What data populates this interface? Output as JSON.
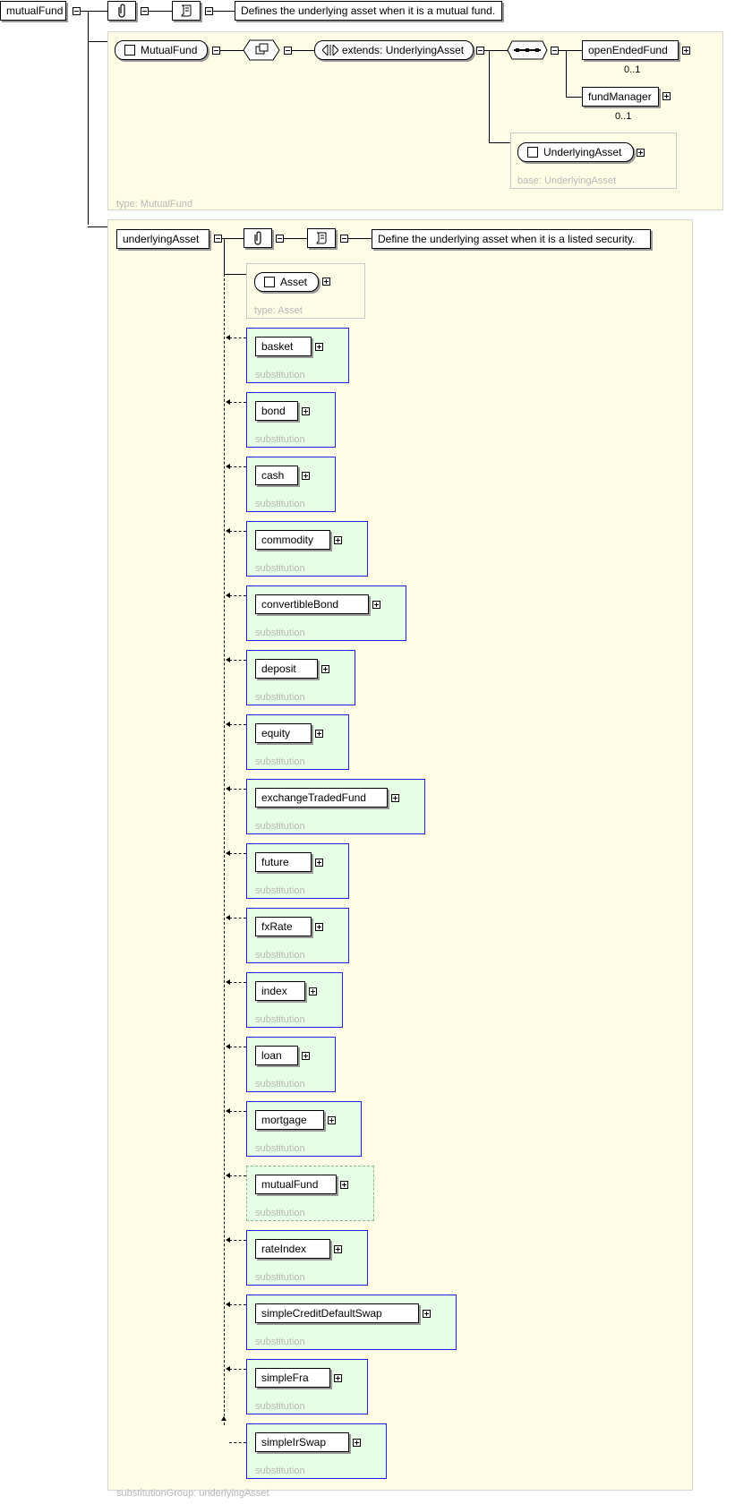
{
  "root": {
    "name": "mutualFund",
    "documentation": "Defines the underlying asset when it is a mutual fund."
  },
  "type_group": {
    "type_name": "MutualFund",
    "extends_label": "extends: UnderlyingAsset",
    "caption": "type: MutualFund",
    "sequence_children": [
      {
        "name": "openEndedFund",
        "occurrence": "0..1"
      },
      {
        "name": "fundManager",
        "occurrence": "0..1"
      }
    ],
    "base_type": {
      "name": "UnderlyingAsset",
      "caption": "base: UnderlyingAsset"
    }
  },
  "substitution_group": {
    "head_name": "underlyingAsset",
    "documentation": "Define the underlying asset when it is a listed security.",
    "asset_type": {
      "name": "Asset",
      "caption": "type: Asset"
    },
    "member_caption": "substitution",
    "caption": "substitutionGroup: underlyingAsset",
    "members": [
      "basket",
      "bond",
      "cash",
      "commodity",
      "convertibleBond",
      "deposit",
      "equity",
      "exchangeTradedFund",
      "future",
      "fxRate",
      "index",
      "loan",
      "mortgage",
      "mutualFund",
      "rateIndex",
      "simpleCreditDefaultSwap",
      "simpleFra",
      "simpleIrSwap"
    ],
    "highlighted_member": "mutualFund"
  },
  "colors": {
    "group_background": "#fffde6",
    "substitution_background": "#e6ffe6",
    "substitution_border": "#1f1fff",
    "caption_text": "#b8b8b8"
  },
  "icons": {
    "annotation": "paperclip-icon",
    "documentation": "scroll-icon",
    "complex_type": "complex-type-icon",
    "sequence": "sequence-icon",
    "extension": "extension-icon"
  }
}
